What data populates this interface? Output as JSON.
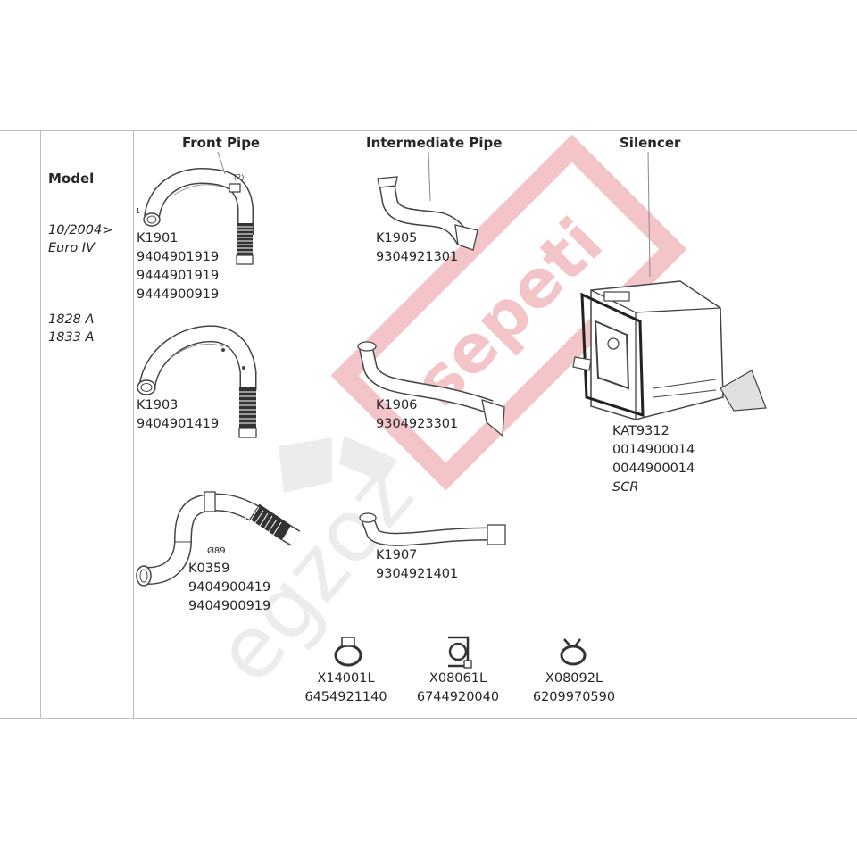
{
  "headers": {
    "model": "Model",
    "front_pipe": "Front Pipe",
    "intermediate_pipe": "Intermediate Pipe",
    "silencer": "Silencer"
  },
  "model_info": {
    "line1": "10/2004>",
    "line2": "Euro IV",
    "line3": "1828 A",
    "line4": "1833 A"
  },
  "parts": {
    "k1901": {
      "code": "K1901",
      "oem": [
        "9404901919",
        "9444901919",
        "9444900919"
      ],
      "callout_1": "1",
      "callout_2": "(2)"
    },
    "k1903": {
      "code": "K1903",
      "oem": [
        "9404901419"
      ]
    },
    "k0359": {
      "diameter": "Ø89",
      "code": "K0359",
      "oem": [
        "9404900419",
        "9404900919"
      ]
    },
    "k1905": {
      "code": "K1905",
      "oem": [
        "9304921301"
      ]
    },
    "k1906": {
      "code": "K1906",
      "oem": [
        "9304923301"
      ]
    },
    "k1907": {
      "code": "K1907",
      "oem": [
        "9304921401"
      ]
    },
    "kat9312": {
      "code": "KAT9312",
      "oem": [
        "0014900014",
        "0044900014"
      ],
      "note": "SCR"
    },
    "x14001l": {
      "code": "X14001L",
      "oem": [
        "6454921140"
      ]
    },
    "x08061l": {
      "code": "X08061L",
      "oem": [
        "6744920040"
      ]
    },
    "x08092l": {
      "code": "X08092L",
      "oem": [
        "6209970590"
      ]
    }
  },
  "watermarks": {
    "brand_grey": "egzoz",
    "brand_red": "sepeti"
  },
  "colors": {
    "line": "#bdbdbd",
    "text": "#262626",
    "watermark_red": "#f4c5c8",
    "watermark_grey": "#e8e8e8"
  }
}
